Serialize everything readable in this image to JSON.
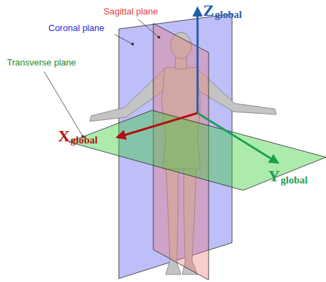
{
  "diagram": {
    "labels": [
      "Sagittal plane",
      "Coronal plane",
      "Transverse plane",
      "Z",
      "global",
      "X",
      "global",
      "Y",
      "global"
    ]
  }
}
